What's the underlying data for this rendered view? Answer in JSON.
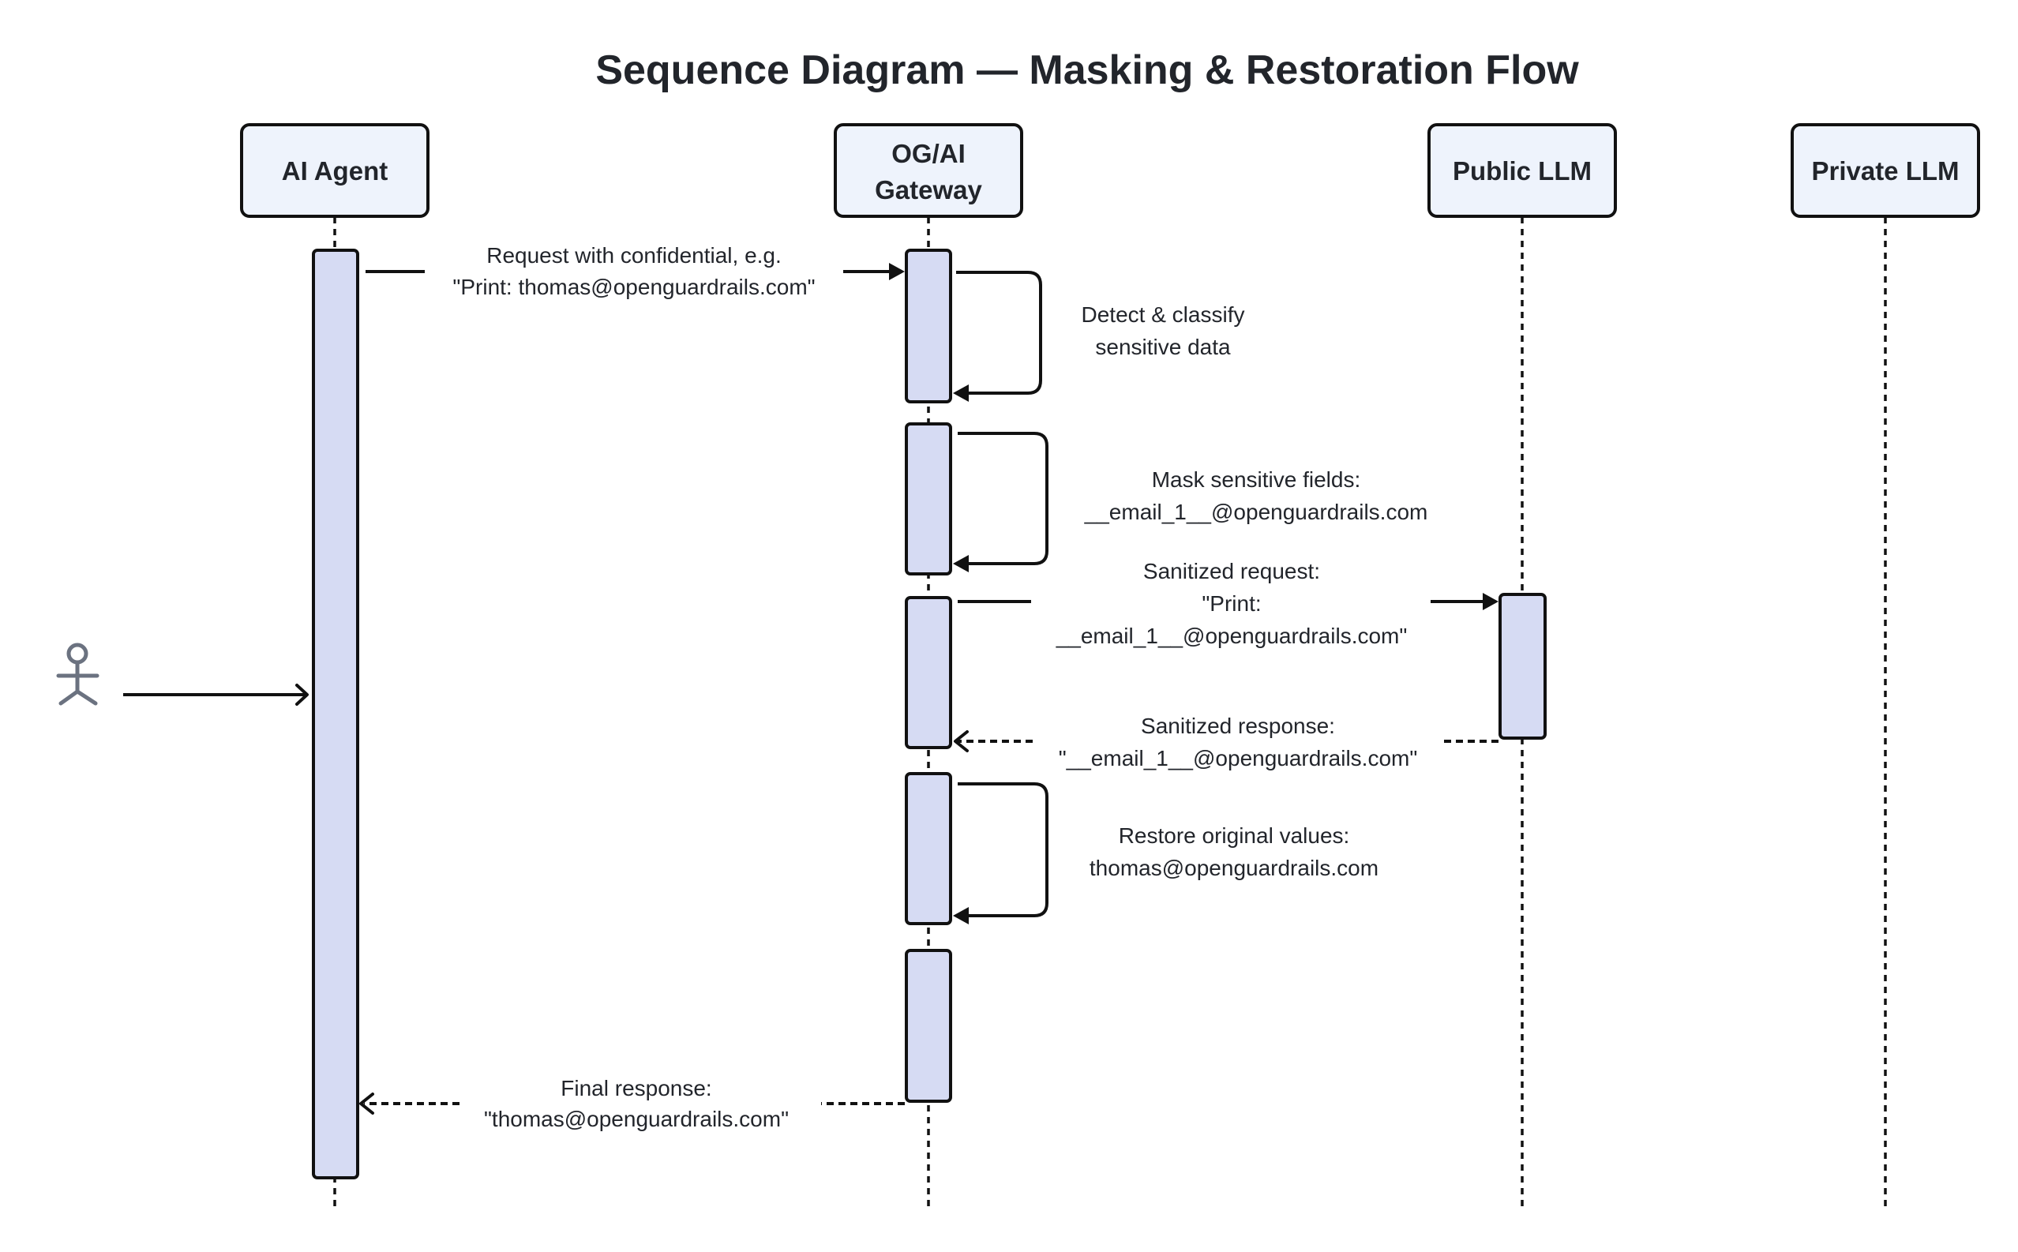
{
  "title": "Sequence Diagram — Masking & Restoration Flow",
  "participants": [
    {
      "id": "agent",
      "label_lines": [
        "AI Agent"
      ]
    },
    {
      "id": "gateway",
      "label_lines": [
        "OG/AI",
        "Gateway"
      ]
    },
    {
      "id": "public_llm",
      "label_lines": [
        "Public LLM"
      ]
    },
    {
      "id": "private_llm",
      "label_lines": [
        "Private LLM"
      ]
    }
  ],
  "external_actor": {
    "icon": "stick-figure-user-icon",
    "target": "agent",
    "color": "#6b7280"
  },
  "messages": [
    {
      "id": "m1",
      "from": "agent",
      "to": "gateway",
      "style": "solid",
      "label_lines": [
        "Request with confidential, e.g.",
        "\"Print: thomas@openguardrails.com\""
      ]
    },
    {
      "id": "m2",
      "from": "gateway",
      "to": "gateway",
      "style": "self",
      "label_lines": [
        "Detect & classify",
        "sensitive data"
      ]
    },
    {
      "id": "m3",
      "from": "gateway",
      "to": "gateway",
      "style": "self",
      "label_lines": [
        "Mask sensitive fields:",
        "__email_1__@openguardrails.com"
      ]
    },
    {
      "id": "m4",
      "from": "gateway",
      "to": "public_llm",
      "style": "solid",
      "label_lines": [
        "Sanitized request:",
        "\"Print:",
        "__email_1__@openguardrails.com\""
      ]
    },
    {
      "id": "m5",
      "from": "public_llm",
      "to": "gateway",
      "style": "dashed",
      "label_lines": [
        "Sanitized response:",
        "\"__email_1__@openguardrails.com\""
      ]
    },
    {
      "id": "m6",
      "from": "gateway",
      "to": "gateway",
      "style": "self",
      "label_lines": [
        "Restore original values:",
        "thomas@openguardrails.com"
      ]
    },
    {
      "id": "m7",
      "from": "gateway",
      "to": "agent",
      "style": "dashed",
      "label_lines": [
        "Final response:",
        "\"thomas@openguardrails.com\""
      ]
    }
  ],
  "colors": {
    "participant_fill": "#eef3fc",
    "activation_fill": "#d6dbf3",
    "stroke": "#111111",
    "text": "#22252b",
    "actor": "#6b7280"
  }
}
